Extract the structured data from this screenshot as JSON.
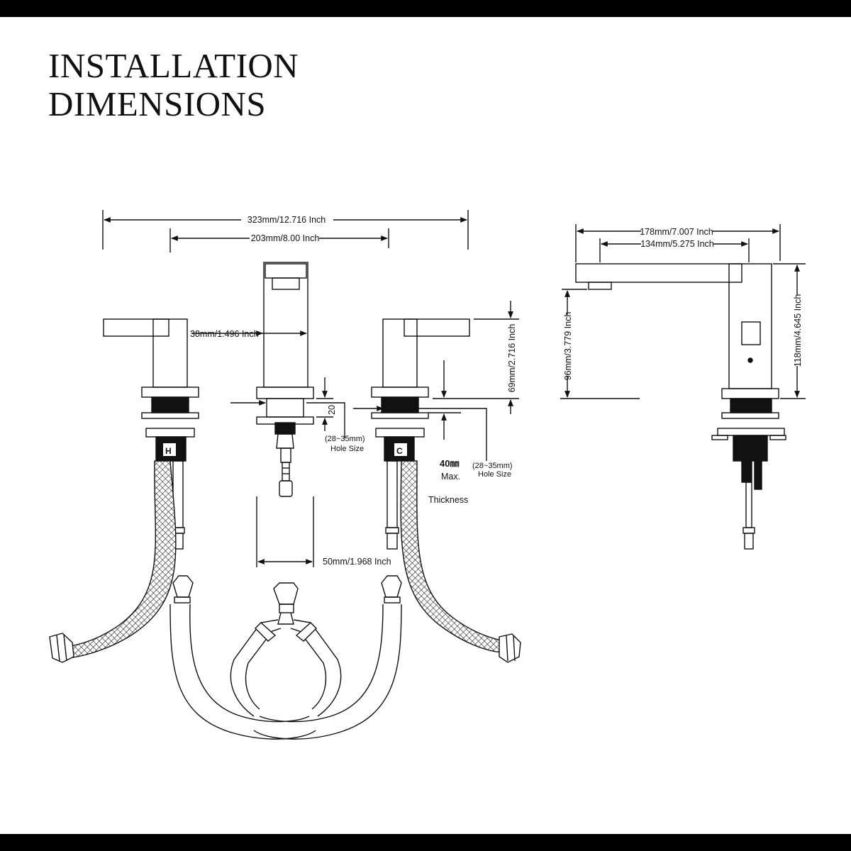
{
  "title": {
    "line1": "INSTALLATION",
    "line2": "DIMENSIONS"
  },
  "front_dims": {
    "overall_width": "323mm/12.716 Inch",
    "center_spacing": "203mm/8.00 Inch",
    "spout_width": "38mm/1.496 Inch",
    "handle_height": "69mm/2.716 Inch",
    "deck_gap": "20",
    "hole_size_left": "(28~35mm)",
    "hole_size_left_caption": "Hole Size",
    "hole_size_right": "(28~35mm)",
    "hole_size_right_caption": "Hole Size",
    "max_thickness": "40㎜",
    "max_label": "Max.",
    "thickness_label": "Thickness",
    "shank_spacing": "50mm/1.968 Inch",
    "hot_marker": "H",
    "cold_marker": "C"
  },
  "side_dims": {
    "reach": "178mm/7.007 Inch",
    "spout_reach": "134mm/5.275 Inch",
    "spout_height": "96mm/3.779 Inch",
    "total_height": "118mm/4.645 Inch"
  }
}
